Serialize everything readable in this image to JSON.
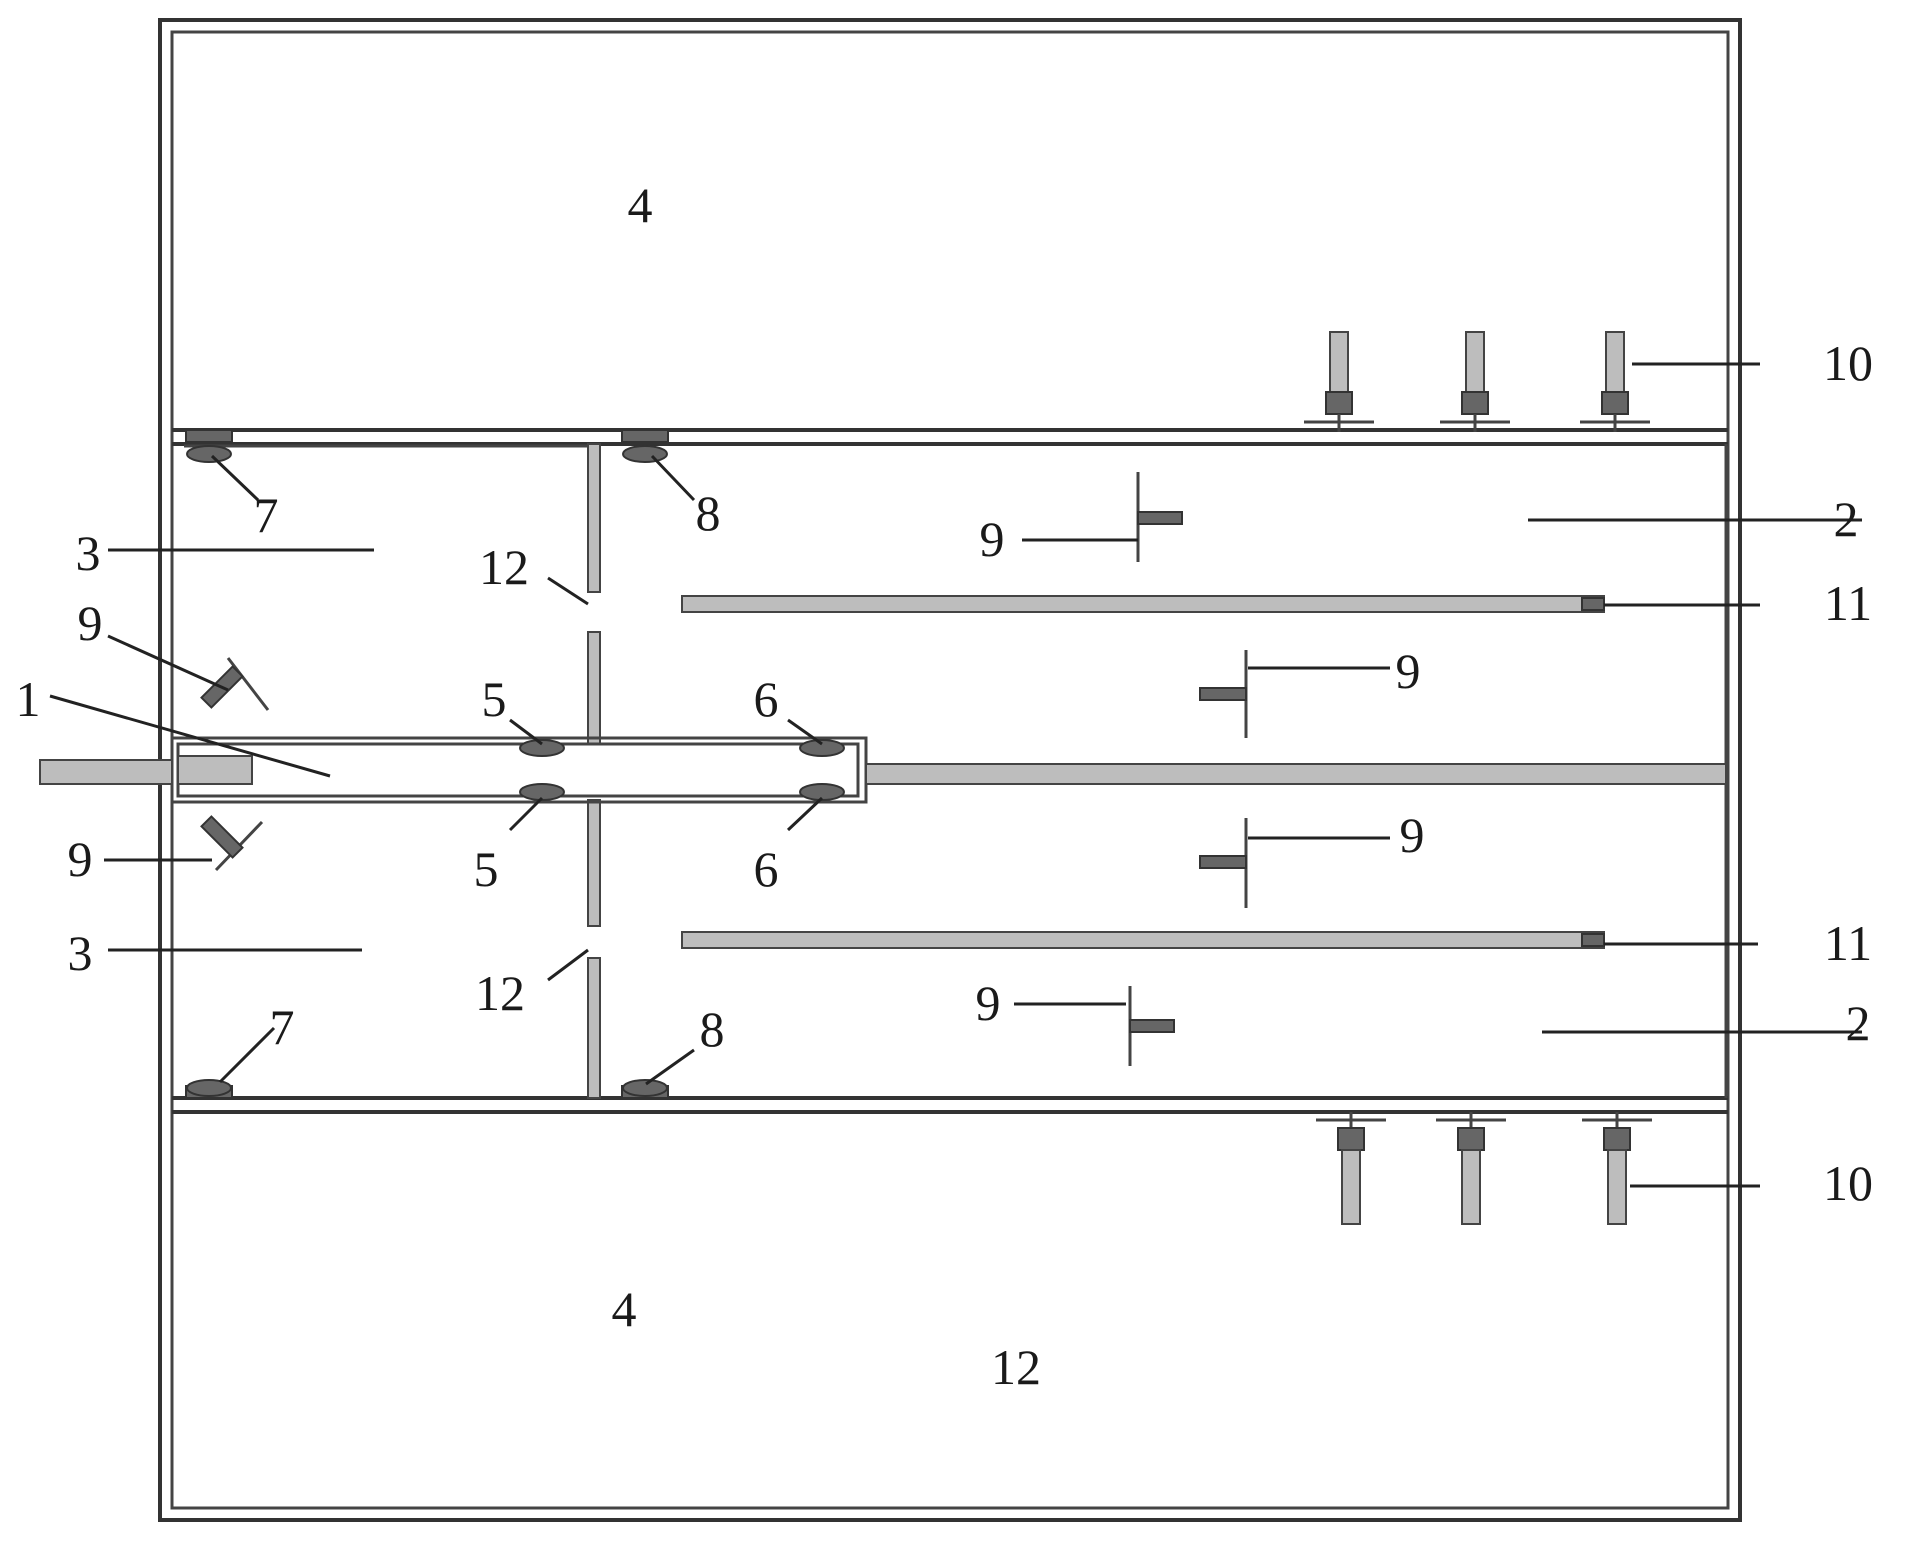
{
  "labels": {
    "n1": "1",
    "n2_top": "2",
    "n2_bottom": "2",
    "n3_top": "3",
    "n3_bottom": "3",
    "n4_top": "4",
    "n4_bottom": "4",
    "n5_top": "5",
    "n5_bottom": "5",
    "n6_top": "6",
    "n6_bottom": "6",
    "n7_top": "7",
    "n7_bottom": "7",
    "n8_top": "8",
    "n8_bottom": "8",
    "n9_upper_left": "9",
    "n9_lower_left": "9",
    "n9_upper_mid": "9",
    "n9_center_upper": "9",
    "n9_center_lower": "9",
    "n9_lower_mid": "9",
    "n10_top": "10",
    "n10_bottom": "10",
    "n11_top": "11",
    "n11_bottom": "11",
    "n12_upper": "12",
    "n12_lower": "12",
    "n12_chamber": "12"
  }
}
